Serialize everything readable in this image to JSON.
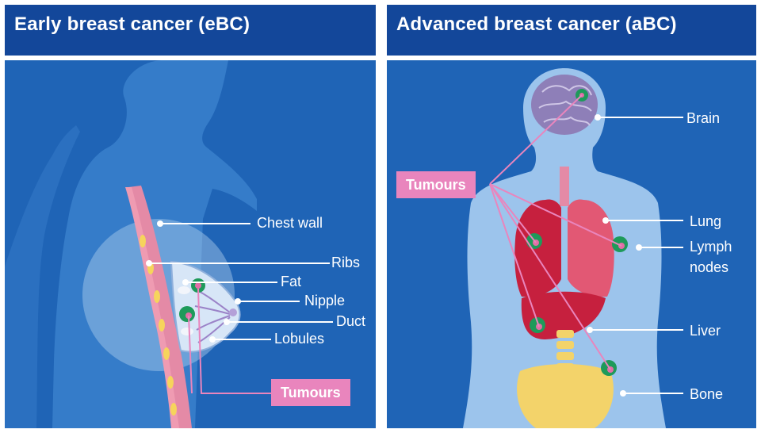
{
  "left_panel": {
    "title": "Early breast cancer (eBC)",
    "labels": {
      "chest_wall": "Chest wall",
      "ribs": "Ribs",
      "fat": "Fat",
      "nipple": "Nipple",
      "duct": "Duct",
      "lobules": "Lobules"
    },
    "tumours_tag": "Tumours"
  },
  "right_panel": {
    "title": "Advanced breast cancer (aBC)",
    "tumours_tag": "Tumours",
    "labels": {
      "brain": "Brain",
      "lung": "Lung",
      "lymph_nodes_line1": "Lymph",
      "lymph_nodes_line2": "nodes",
      "liver": "Liver",
      "bone": "Bone"
    }
  },
  "colors": {
    "header_bg": "#13479a",
    "panel_bg": "#1f64b6",
    "tumour_tag": "#e985bd",
    "body_fill": "#9cc4ec",
    "organ_red": "#c6203e",
    "bone_yellow": "#f3d36a",
    "tumour_green": "#1e9a5a"
  }
}
